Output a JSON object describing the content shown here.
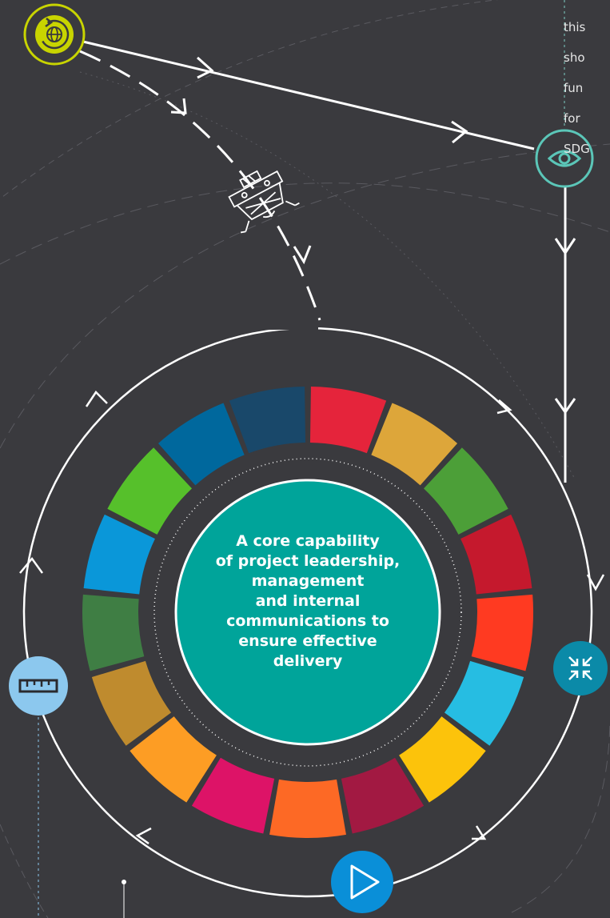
{
  "side_note": {
    "lines": [
      "this",
      "sho",
      "fun",
      "for",
      "SDG"
    ]
  },
  "center": {
    "lines": [
      "A core capability",
      "of project leadership,",
      "management",
      "and internal",
      "communications to",
      "ensure effective",
      "delivery"
    ]
  },
  "sdg_wheel": {
    "segment_colors": [
      "#e5243b",
      "#dda63a",
      "#4c9f38",
      "#c5192d",
      "#ff3a21",
      "#26bde2",
      "#fcc30b",
      "#a21942",
      "#fd6925",
      "#dd1367",
      "#fd9d24",
      "#bf8b2e",
      "#3f7e44",
      "#0a97d9",
      "#56c02b",
      "#00689d",
      "#19486a"
    ]
  },
  "colors": {
    "background": "#3a3a3e",
    "center_fill": "#00a49a",
    "globe_ring": "#c8d400",
    "eye_ring": "#5bc6b8",
    "compress_fill": "#0b8aa8",
    "play_fill": "#0a8fd8",
    "ruler_fill": "#8cc8ee"
  },
  "icons": [
    "globe-refresh-icon",
    "eye-icon",
    "drone-icon",
    "compress-icon",
    "play-icon",
    "ruler-icon"
  ]
}
